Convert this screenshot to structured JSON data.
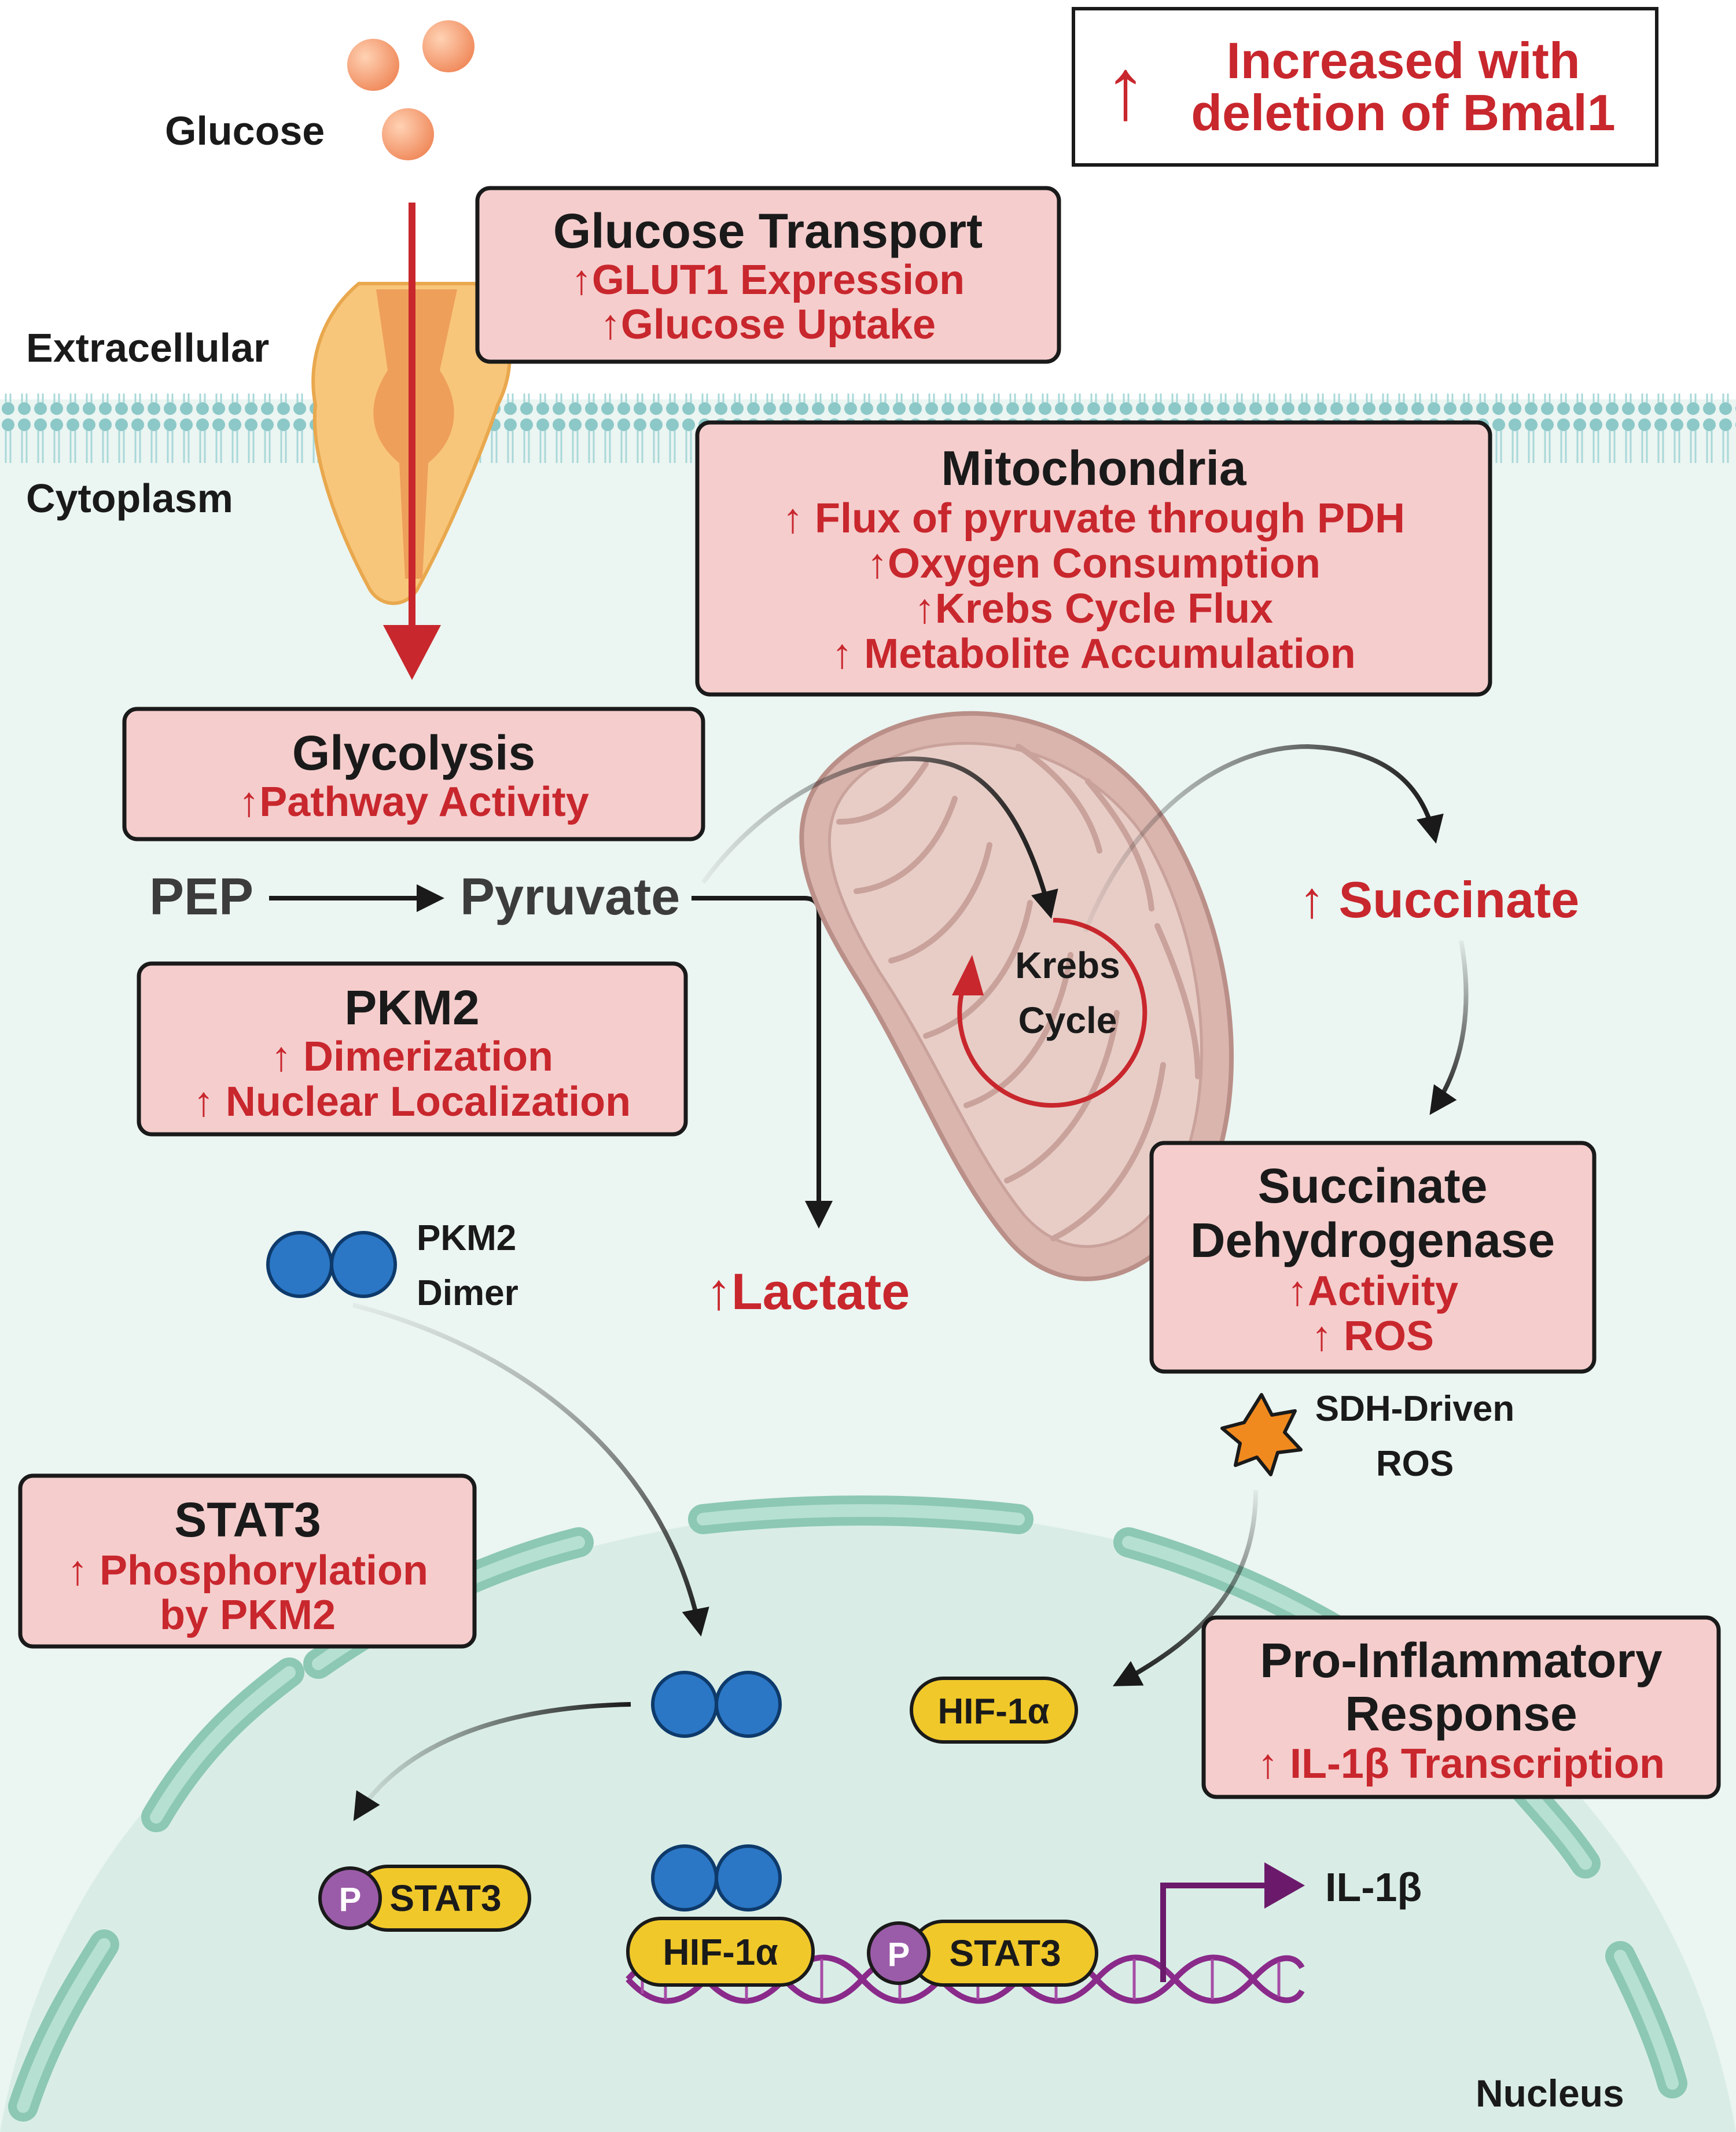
{
  "legend": {
    "arrow": "↑",
    "line1": "Increased with",
    "line2": "deletion of Bmal1"
  },
  "labels": {
    "glucose": "Glucose",
    "extracellular": "Extracellular",
    "cytoplasm": "Cytoplasm",
    "pep": "PEP",
    "pyruvate": "Pyruvate",
    "krebs1": "Krebs",
    "krebs2": "Cycle",
    "succinate": "↑ Succinate",
    "lactate": "↑Lactate",
    "pkm2_dimer1": "PKM2",
    "pkm2_dimer2": "Dimer",
    "sdh_ros1": "SDH-Driven",
    "sdh_ros2": "ROS",
    "nucleus": "Nucleus",
    "hif_cyto": "HIF-1α",
    "hif_dna": "HIF-1α",
    "stat3_left": "STAT3",
    "stat3_dna": "STAT3",
    "p_left": "P",
    "p_dna": "P",
    "il1b": "IL-1β"
  },
  "boxes": {
    "glucose_transport": {
      "title": "Glucose Transport",
      "lines": [
        "↑GLUT1 Expression",
        "↑Glucose Uptake"
      ]
    },
    "mitochondria": {
      "title": "Mitochondria",
      "lines": [
        "↑ Flux of pyruvate through PDH",
        "↑Oxygen Consumption",
        "↑Krebs Cycle Flux",
        "↑ Metabolite Accumulation"
      ]
    },
    "glycolysis": {
      "title": "Glycolysis",
      "lines": [
        "↑Pathway Activity"
      ]
    },
    "pkm2": {
      "title": "PKM2",
      "lines": [
        "↑ Dimerization",
        "↑ Nuclear Localization"
      ]
    },
    "sdh": {
      "title1": "Succinate",
      "title2": "Dehydrogenase",
      "lines": [
        "↑Activity",
        "↑ ROS"
      ]
    },
    "stat3": {
      "title": "STAT3",
      "lines": [
        "↑ Phosphorylation",
        "by PKM2"
      ]
    },
    "pro_inflammatory": {
      "title1": "Pro-Inflammatory",
      "title2": "Response",
      "lines": [
        "↑ IL-1β Transcription"
      ]
    }
  },
  "colors": {
    "accent_red": "#c8272d",
    "box_fill": "#f5cdcd",
    "cytoplasm_bg": "#ebf5f2",
    "nucleus_bg": "#d9ede6",
    "membrane_teal": "#8cc8b4",
    "pkm2_blue": "#2b77c6",
    "hif_yellow": "#f0c82a",
    "phospho_purple": "#9a5ca8",
    "dna_purple": "#8a2a8a",
    "mito_brown": "#d9b5ae",
    "ros_orange": "#f08a1f"
  }
}
